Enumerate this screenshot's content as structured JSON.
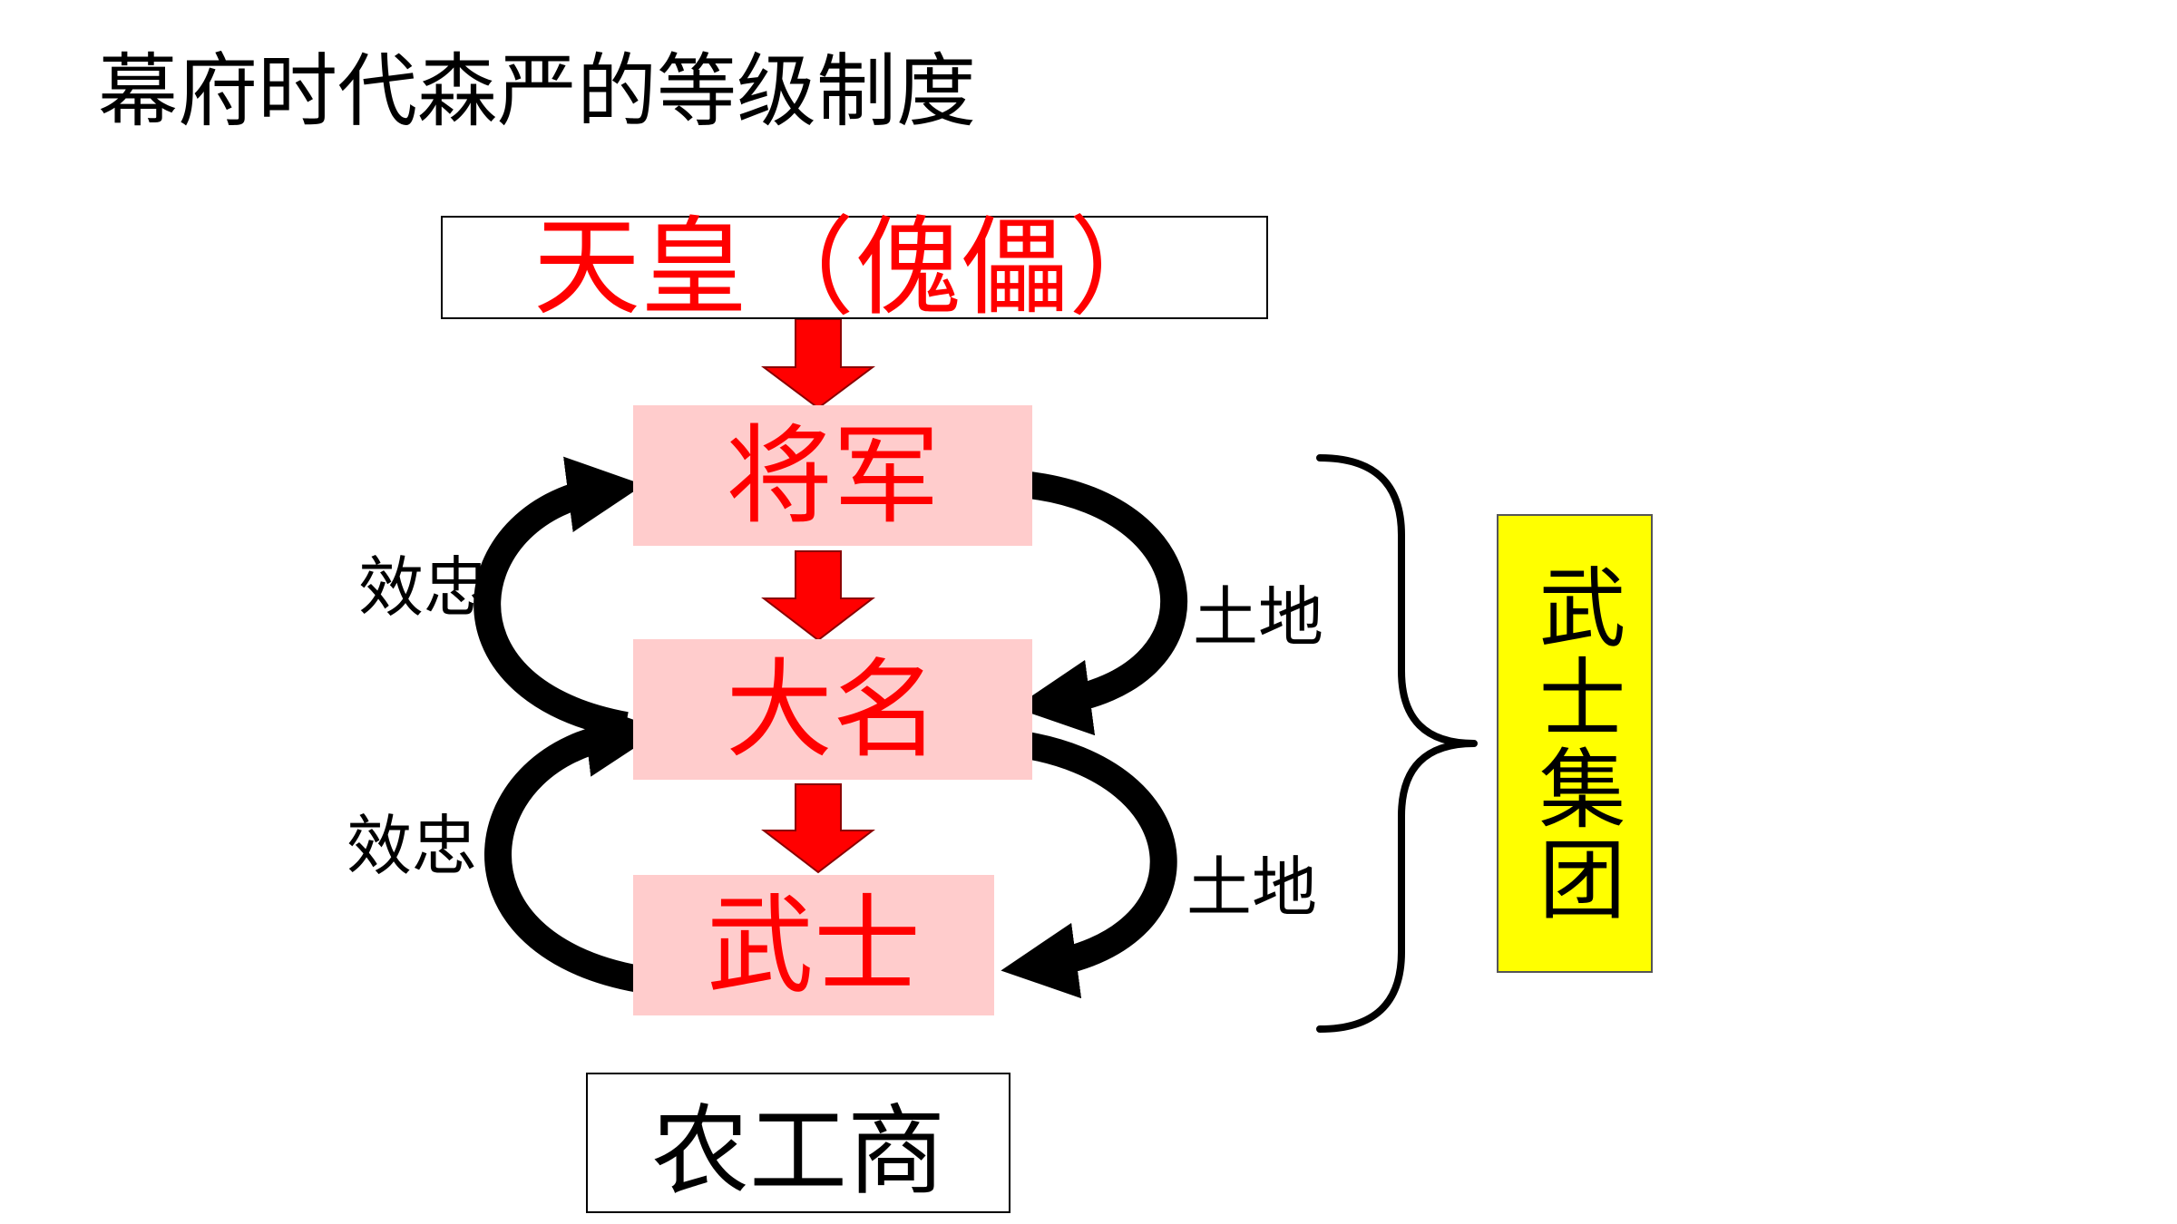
{
  "title": "幕府时代森严的等级制度",
  "hierarchy": {
    "emperor": "天皇（傀儡）",
    "shogun": "将军",
    "daimyo": "大名",
    "samurai": "武士",
    "commoners": "农工商"
  },
  "relations": {
    "loyalty_upper": "效忠",
    "loyalty_lower": "效忠",
    "land_upper": "土地",
    "land_lower": "土地"
  },
  "group_label": "武士集团",
  "colors": {
    "rank_text": "#ff0000",
    "rank_fill": "#ffcccc",
    "down_arrow": "#ff0000",
    "curved_arrow": "#000000",
    "group_fill": "#ffff00"
  }
}
